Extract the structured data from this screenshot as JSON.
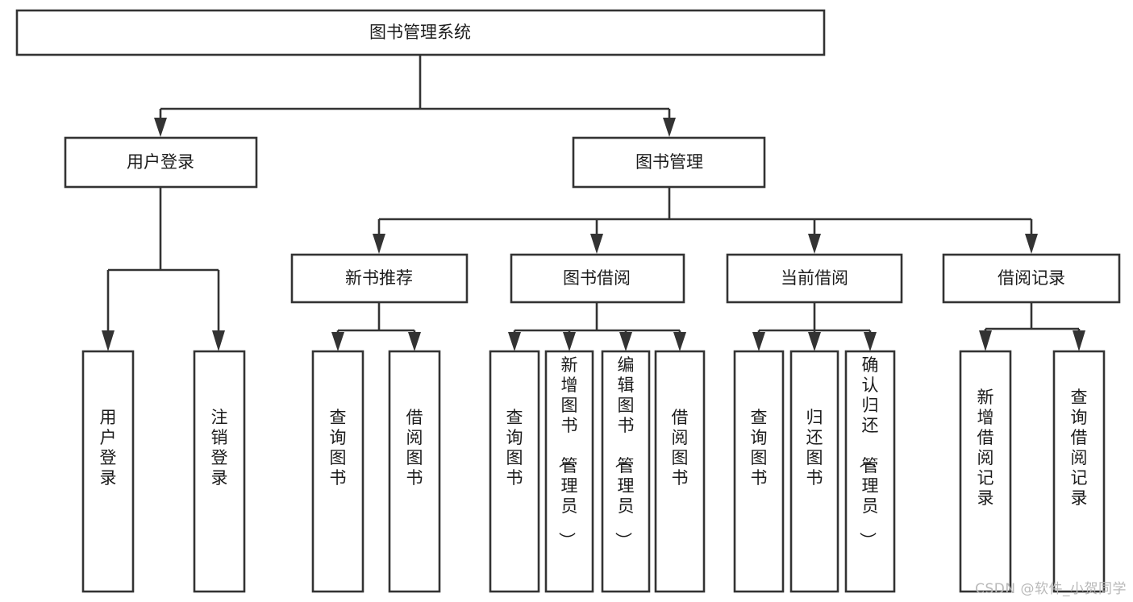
{
  "diagram": {
    "type": "tree",
    "title": "图书管理系统",
    "orientation": "top-down",
    "watermark": "CSDN @软件_小贺同学",
    "colors": {
      "box_fill": "#ffffff",
      "box_stroke": "#333333",
      "text": "#1c1c1c",
      "watermark": "#b9b9b9",
      "background": "#ffffff"
    },
    "levels": {
      "root": {
        "label": "图书管理系统"
      },
      "level2": [
        {
          "label": "用户登录"
        },
        {
          "label": "图书管理"
        }
      ],
      "level3": [
        {
          "label": "新书推荐"
        },
        {
          "label": "图书借阅"
        },
        {
          "label": "当前借阅"
        },
        {
          "label": "借阅记录"
        }
      ]
    },
    "leaves": {
      "user_login": [
        {
          "label": "用户登录"
        },
        {
          "label": "注销登录"
        }
      ],
      "new_book_recommend": [
        {
          "label": "查询图书"
        },
        {
          "label": "借阅图书"
        }
      ],
      "book_borrow": [
        {
          "label": "查询图书"
        },
        {
          "label": "新增图书（管理员）"
        },
        {
          "label": "编辑图书（管理员）"
        },
        {
          "label": "借阅图书"
        }
      ],
      "current_borrow": [
        {
          "label": "查询图书"
        },
        {
          "label": "归还图书"
        },
        {
          "label": "确认归还（管理员）"
        }
      ],
      "borrow_record": [
        {
          "label": "新增借阅记录"
        },
        {
          "label": "查询借阅记录"
        }
      ]
    }
  }
}
